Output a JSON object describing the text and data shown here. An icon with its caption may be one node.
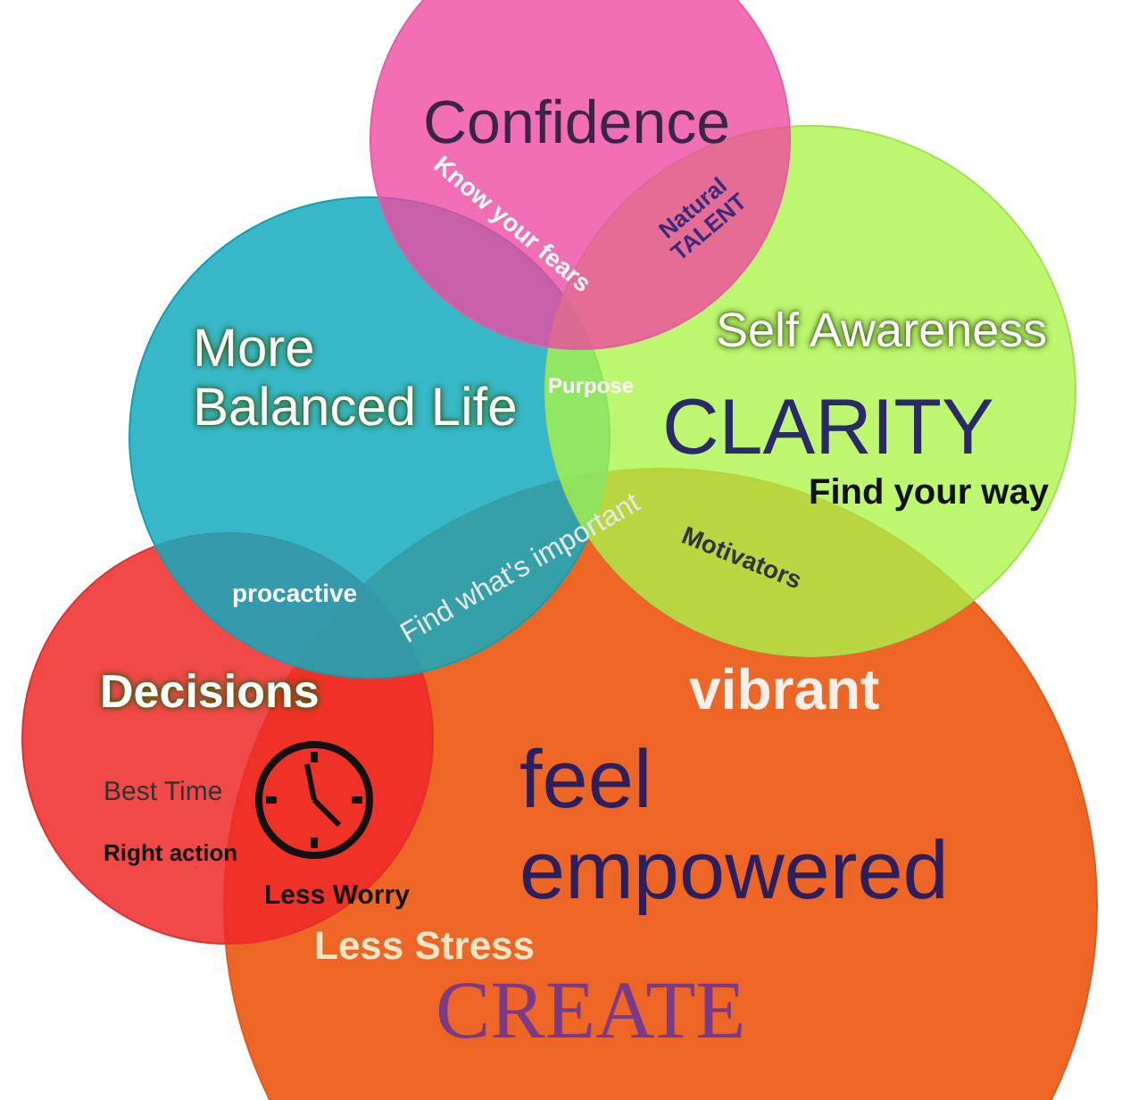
{
  "diagram": {
    "nodes": [
      {
        "text": [
          "Confidence"
        ]
      },
      {
        "text": [
          "More Balanced Life"
        ]
      },
      {
        "text": [
          "Self Awareness",
          "CLARITY",
          "Find your way"
        ]
      },
      {
        "text": [
          "Decisions"
        ]
      },
      {
        "text": [
          "vibrant",
          "feel empowered",
          "CREATE"
        ]
      }
    ],
    "labels": [
      "Know your fears",
      "Natural TALENT",
      "Purpose",
      "Find what's important",
      "Motivators",
      "procactive",
      "Best Time",
      "Right action",
      "Less Worry",
      "Less Stress"
    ]
  }
}
